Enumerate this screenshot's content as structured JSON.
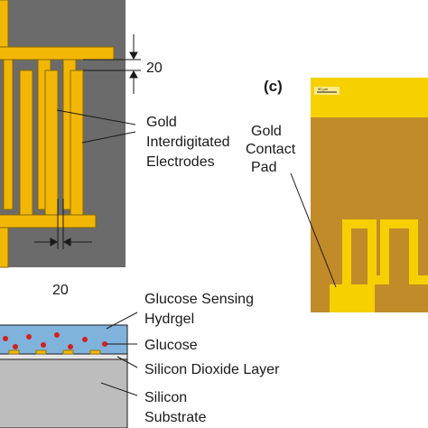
{
  "panel_a": {
    "dimension_top": "20",
    "dimension_bottom": "20",
    "label_lines": [
      "Gold",
      "Interdigitated",
      "Electrodes"
    ]
  },
  "panel_b": {
    "labels": {
      "hydrogel_1": "Glucose Sensing",
      "hydrogel_2": "Hydrgel",
      "glucose": "Glucose",
      "oxide": "Silicon Dioxide Layer",
      "silicon_1": "Silicon",
      "silicon_2": "Substrate"
    }
  },
  "panel_c": {
    "tag": "(c)",
    "scale_bar": "50 µm",
    "label_lines": [
      "Gold",
      "Contact",
      "Pad"
    ]
  },
  "colors": {
    "gold": "#f2b705",
    "chip_grey": "#6b6b6b",
    "micrograph_bg": "#c48e2a",
    "micrograph_gold": "#f6d000",
    "hydrogel": "#7fb3dc",
    "glucose": "#d42020",
    "substrate": "#bdbdbd"
  }
}
